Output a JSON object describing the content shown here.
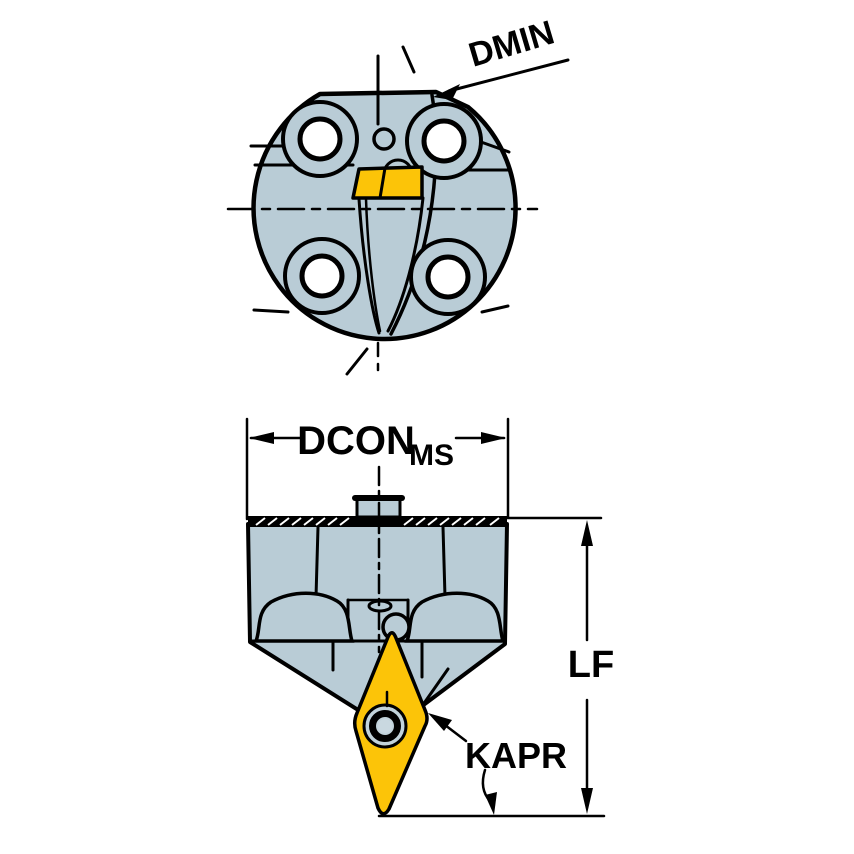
{
  "labels": {
    "dmin": "DMIN",
    "dcon": "DCON",
    "dcon_subscript": "MS",
    "lf": "LF",
    "kapr": "KAPR"
  },
  "colors": {
    "background": "#ffffff",
    "line": "#000000",
    "body": "#b9ccd6",
    "insert": "#fcc408",
    "washer": "#c2d3db",
    "screw_center": "#c9d8e0"
  }
}
